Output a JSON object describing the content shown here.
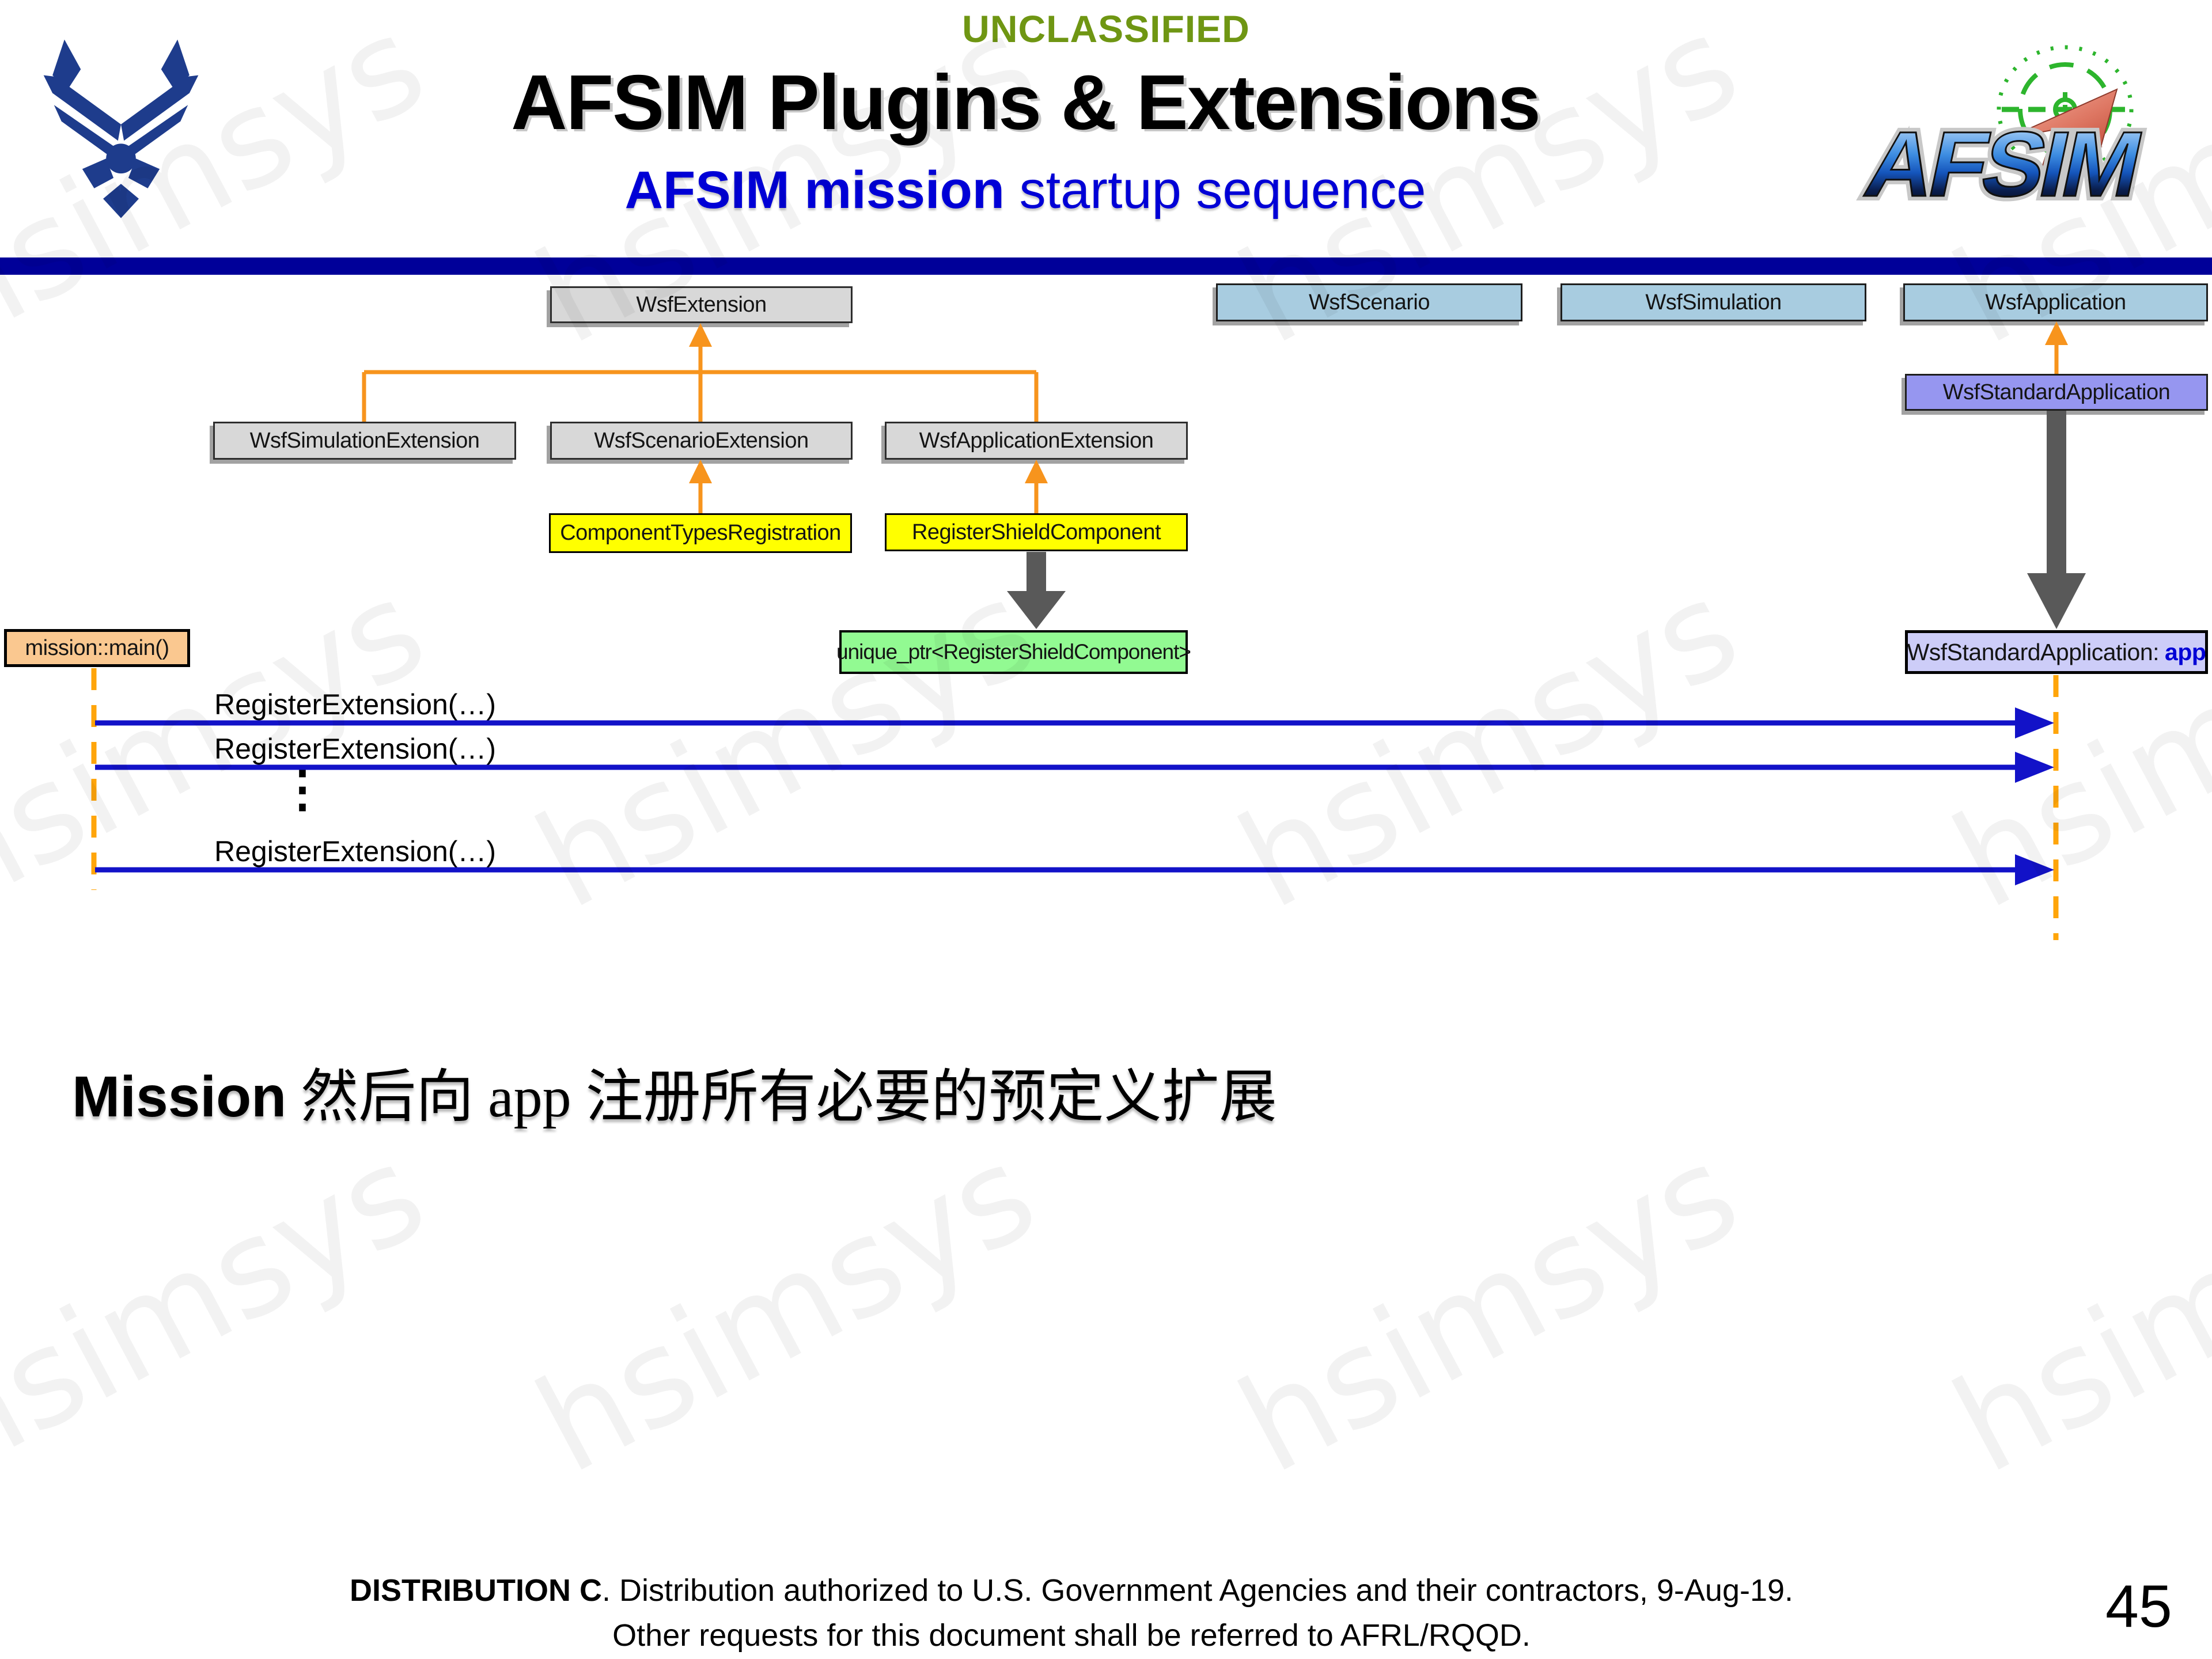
{
  "header": {
    "classification": "UNCLASSIFIED",
    "title": "AFSIM Plugins & Extensions",
    "subtitle_bold": "AFSIM mission",
    "subtitle_rest": " startup sequence",
    "afsim_logo_text": "AFSIM"
  },
  "watermark": {
    "text": "hsimsys"
  },
  "diagram": {
    "boxes": {
      "wsf_extension": "WsfExtension",
      "wsf_scenario": "WsfScenario",
      "wsf_simulation": "WsfSimulation",
      "wsf_application": "WsfApplication",
      "wsf_standard_application": "WsfStandardApplication",
      "wsf_simulation_extension": "WsfSimulationExtension",
      "wsf_scenario_extension": "WsfScenarioExtension",
      "wsf_application_extension": "WsfApplicationExtension",
      "component_types_registration": "ComponentTypesRegistration",
      "register_shield_component": "RegisterShieldComponent",
      "unique_ptr": "unique_ptr<RegisterShieldComponent>",
      "mission_main": "mission::main()",
      "app_instance_prefix": "WsfStandardApplication: ",
      "app_instance_var": "app"
    },
    "sequence": {
      "calls": [
        "RegisterExtension(…)",
        "RegisterExtension(…)",
        "RegisterExtension(…)"
      ],
      "ellipsis": "⋮"
    },
    "colors": {
      "inherit_arrow_orange": "#F7941D",
      "lifeline_orange": "#FFA50A",
      "call_arrow_blue": "#1212C8",
      "instance_arrow_gray": "#595959",
      "gray_box": "#D8D8D8",
      "blue_box": "#A8CCE0",
      "periwinkle_box": "#9696F0",
      "app_instance_box": "#CDCDF8",
      "yellow_box": "#FFFF00",
      "green_box": "#92FA92",
      "peach_box": "#FAC890",
      "header_bar_navy": "#000099",
      "classification_green": "#6F9613",
      "subtitle_blue": "#0000D6"
    }
  },
  "caption": {
    "bold": "Mission",
    "text": " 然后向 app 注册所有必要的预定义扩展"
  },
  "footer": {
    "line1_bold": "DISTRIBUTION C",
    "line1_rest": ". Distribution authorized to U.S. Government Agencies and their contractors, 9-Aug-19.",
    "line2": "Other requests for this document shall be referred to AFRL/RQQD.",
    "page_number": "45"
  }
}
